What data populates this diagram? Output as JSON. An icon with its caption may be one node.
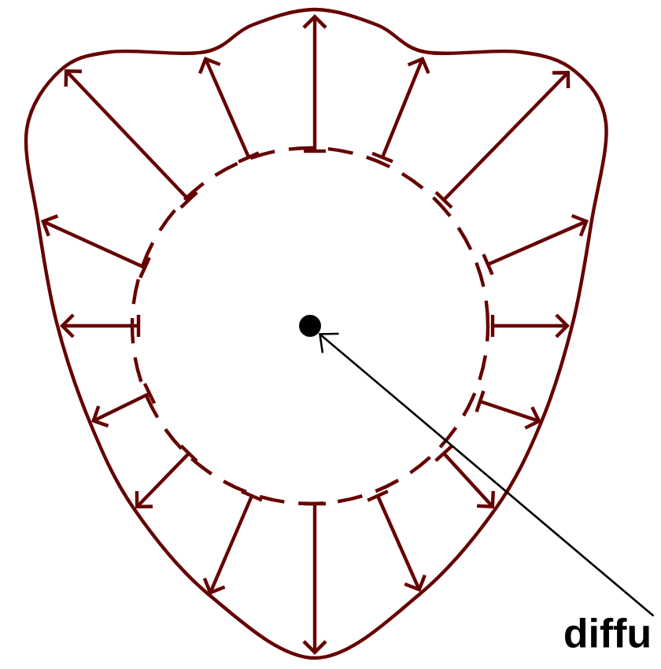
{
  "diagram": {
    "nodes": [
      {
        "text": [
          "diffu"
        ]
      },
      {
        "text": [],
        "shape": "circle"
      }
    ],
    "edges": [
      {
        "from": 0,
        "to": 1,
        "arrow": "to"
      }
    ]
  }
}
